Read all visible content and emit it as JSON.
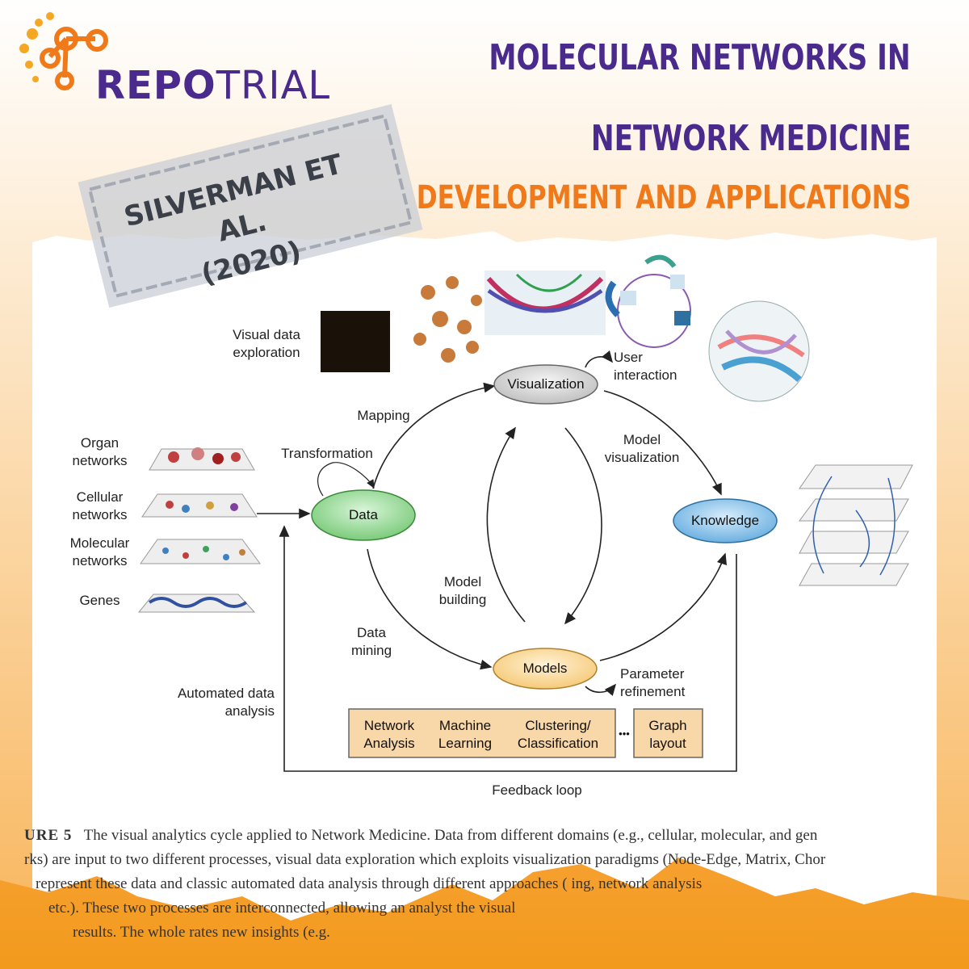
{
  "brand": {
    "name_bold": "REPO",
    "name_light": "TRIAL",
    "colors": {
      "purple": "#4a2a8c",
      "orange": "#f07a1a",
      "gold": "#f5a623"
    }
  },
  "header": {
    "title_line1": "MOLECULAR NETWORKS IN",
    "title_line2": "NETWORK MEDICINE",
    "subtitle": "DEVELOPMENT AND APPLICATIONS"
  },
  "stamp": {
    "line1": "SILVERMAN ET AL.",
    "line2": "(2020)"
  },
  "diagram": {
    "nodes": {
      "visualization": "Visualization",
      "data": "Data",
      "knowledge": "Knowledge",
      "models": "Models"
    },
    "labels": {
      "visual_exploration_1": "Visual data",
      "visual_exploration_2": "exploration",
      "user_interaction_1": "User",
      "user_interaction_2": "interaction",
      "mapping": "Mapping",
      "transformation": "Transformation",
      "model_visualization_1": "Model",
      "model_visualization_2": "visualization",
      "model_building_1": "Model",
      "model_building_2": "building",
      "data_mining_1": "Data",
      "data_mining_2": "mining",
      "parameter_refinement_1": "Parameter",
      "parameter_refinement_2": "refinement",
      "automated_1": "Automated data",
      "automated_2": "analysis",
      "feedback_loop": "Feedback loop"
    },
    "layers": {
      "organ_1": "Organ",
      "organ_2": "networks",
      "cellular_1": "Cellular",
      "cellular_2": "networks",
      "molecular_1": "Molecular",
      "molecular_2": "networks",
      "genes": "Genes"
    },
    "methods": {
      "network_1": "Network",
      "network_2": "Analysis",
      "machine_1": "Machine",
      "machine_2": "Learning",
      "clustering_1": "Clustering/",
      "clustering_2": "Classification",
      "ellipsis": "•••",
      "graph_1": "Graph",
      "graph_2": "layout"
    }
  },
  "caption": {
    "lead": "URE 5",
    "line1": "The visual analytics cycle applied to Network Medicine. Data from different domains (e.g., cellular, molecular, and gen",
    "line2": "rks) are input to two different processes, visual data exploration which exploits visualization paradigms (Node-Edge, Matrix, Chor",
    "line3": "represent these data and classic automated data analysis through different approaches (                    ing, network analysis",
    "line4": "etc.). These two processes are interconnected, allowing an analyst                                                the visual",
    "line5": "results. The whole              rates new insights (e.g."
  }
}
